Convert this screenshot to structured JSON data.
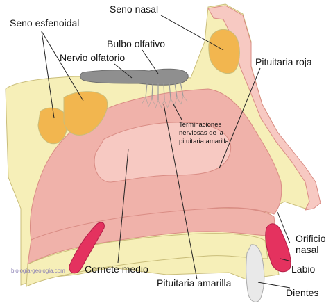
{
  "labels": {
    "seno_esfenoidal": "Seno esfenoidal",
    "seno_nasal": "Seno nasal",
    "bulbo_olfativo": "Bulbo olfativo",
    "nervio_olfatorio": "Nervio olfatorio",
    "pituitaria_roja": "Pituitaria roja",
    "terminaciones_l1": "Terminaciones",
    "terminaciones_l2": "nerviosas de la",
    "terminaciones_l3": "pituitaria amarilla",
    "orificio_l1": "Orificio",
    "orificio_l2": "nasal",
    "labio": "Labio",
    "cornete_medio": "Cornete medio",
    "pituitaria_amarilla": "Pituitaria amarilla",
    "dientes": "Dientes",
    "credit": "biologia-geologia.com"
  },
  "colors": {
    "bone": "#f6efb8",
    "bone_outline": "#c9bd7a",
    "sinus": "#f2b64f",
    "skin": "#f7c9c2",
    "mucosa": "#f0b2aa",
    "mucosa_line": "#d98c84",
    "bulb": "#8f8f8f",
    "lip": "#e4325f",
    "teeth": "#e9e9e9"
  }
}
